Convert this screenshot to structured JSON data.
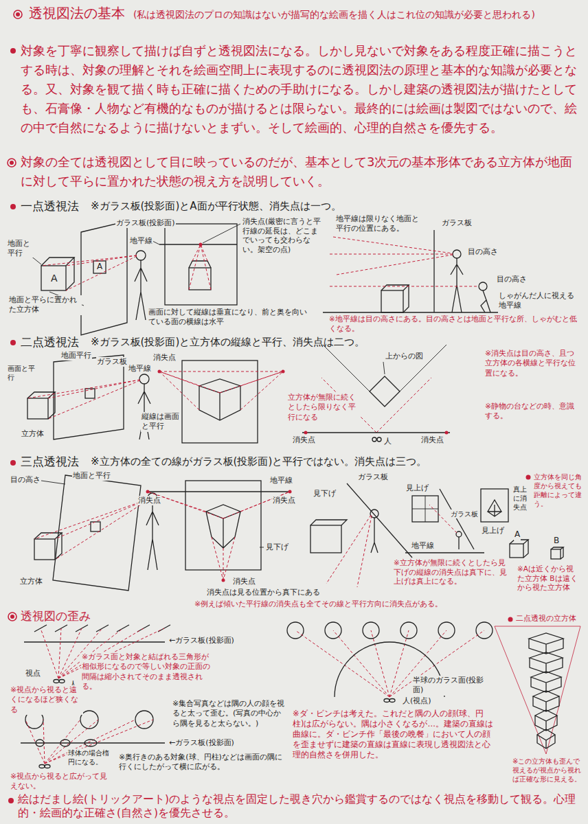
{
  "diagram": {
    "title": "透視図法の基本",
    "labels": [
      "(私は透視図法のプロの知識はないが描写的な絵画を描く人はこれ位の知識が必要と思われる)",
      "対象を丁寧に観察して描けば自ずと透視図法になる。しかし見ないで対象をある程度正確に描こうとする時は、対象の理解とそれを絵画空間上に表現するのに透視図法の原理と基本的な知識が必要となる。又、対象を観て描く時も正確に描くための手助けになる。しかし建築の透視図法が描けたとしても、石膏像・人物など有機的なものが描けるとは限らない。最終的には絵画は製図ではないので、絵の中で自然になるように描けないとまずい。そして絵画的、心理的自然さを優先する。",
      "対象の全ては透視図として目に映っているのだが、基本として3次元の基本形体である立方体が地面に対して平らに置かれた状態の視え方を説明していく。",
      "一点透視法",
      "※ガラス板(投影面)とA面が平行状態、消失点は一つ。",
      "ガラス板(投影面)",
      "地面と平行",
      "地平線",
      "A",
      "A",
      "地面と平らに置かれた立方体",
      "消失点(厳密に言うと平行線の延長は、どこまでいっても交わらない。架空の点)",
      "画面に対して縦線は垂直になり、前と奥を向いている面の横線は水平",
      "地平線は限りなく地面と平行の位置にある。",
      "ガラス板",
      "目の高さ",
      "目の高さ",
      "しゃがんだ人に視える地平線",
      "※地平線は目の高さにある。目の高さとは地面と平行な所、しゃがむと低くなる。",
      "二点透視法",
      "※ガラス板(投影面)と立方体の縦線と平行、消失点は二つ。",
      "地面平行",
      "ガラス板",
      "画面と平行",
      "地平線",
      "立方体",
      "消失点",
      "縦線は画面と平行",
      "上からの図",
      "立方体が無限に続くとしたら限りなく平行になる",
      "消失点",
      "消失点",
      "人",
      "※消失点は目の高さ、且つ立方体の各横線と平行な位置になる。",
      "※静物の台などの時、意識する。",
      "三点透視法",
      "※立方体の全ての線がガラス板(投影面)と平行ではない。消失点は三つ。",
      "目の高さ",
      "地面と平行",
      "立方体",
      "地平線",
      "消失点",
      "消失点",
      "見下げ",
      "消失点",
      "消失点は見る位置から真下にある",
      "※例えば傾いた平行線の消失点も全てその線と平行方向に消失点がある。",
      "ガラス板",
      "見下げ",
      "見上げ",
      "地平線",
      "ガラス板",
      "見上げ",
      "真上に消失点",
      "※立方体が無限に続くとしたら見下げの縦線の消失点は真下に、見上げは真上になる。",
      "立方体を同じ角度から視えても距離によって違う。",
      "A",
      "B",
      "※Aは近くから視た立方体 Bは遠くから視た立方体",
      "透視図の歪み",
      "←ガラス板(投影面)",
      "※ガラス面と対象と結ばれる三角形が相似形になるので等しい対象の正面の間隔は縮小されてそのまま透視される。",
      "視点",
      "人",
      "※視点から視ると遠くになるほど狭くなる",
      "※集合写真などは隅の人の顔を視ると太って歪む。(写真の中心から隅を見ると太らない。)",
      "←ガラス板(投影面)",
      "球体の場合楕円になる。",
      "※奥行きのある対象(球、円柱)などは画面の隅に行くにしたがって横に広がる。",
      "※視点から視ると広がって見えない。",
      "半球のガラス面(投影面)",
      "人(視点)",
      "※ダ・ビンチは考えた。これだと隅の人の顔(球、円柱)は広がらない。隅は小さくなるが…。建築の直線は曲線に。ダ・ビンチ作「最後の晩餐」において人の顔を歪ませずに建築の直線は直線に表現し透視図法と心理的自然さを併用した。",
      "二点透視の立方体",
      "※この立方体も歪んで視えるが視点から視れば正確な形に見える。",
      "絵はだまし絵(トリックアート)のような視点を固定した覗き穴から鑑賞するのではなく視点を移動して観る。心理的・絵画的な正確さ(自然さ)を優先させる。"
    ]
  }
}
